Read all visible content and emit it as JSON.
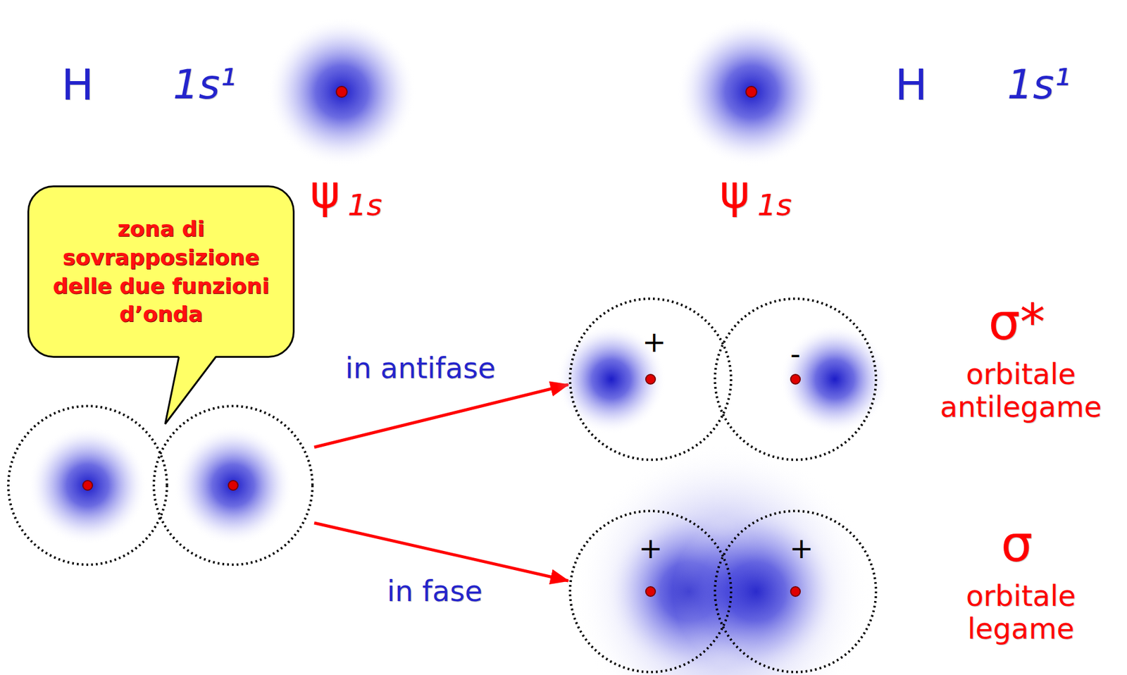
{
  "diagram": {
    "nodes": [
      {
        "text": [
          "zona di sovrapposizione delle due funzioni d’onda"
        ]
      },
      {
        "text": []
      },
      {
        "text": [
          "+",
          "-"
        ]
      },
      {
        "text": [
          "+",
          "+"
        ]
      }
    ],
    "edges": [
      {
        "from": 1,
        "to": 2,
        "arrow": "to",
        "label": "in antifase"
      },
      {
        "from": 1,
        "to": 3,
        "arrow": "to",
        "label": "in fase"
      }
    ],
    "labels": [
      "H",
      "1s¹",
      "ψ",
      "1s",
      "H",
      "1s¹",
      "ψ",
      "1s",
      "σ*",
      "orbitale antilegame",
      "σ",
      "orbitale legame"
    ]
  }
}
